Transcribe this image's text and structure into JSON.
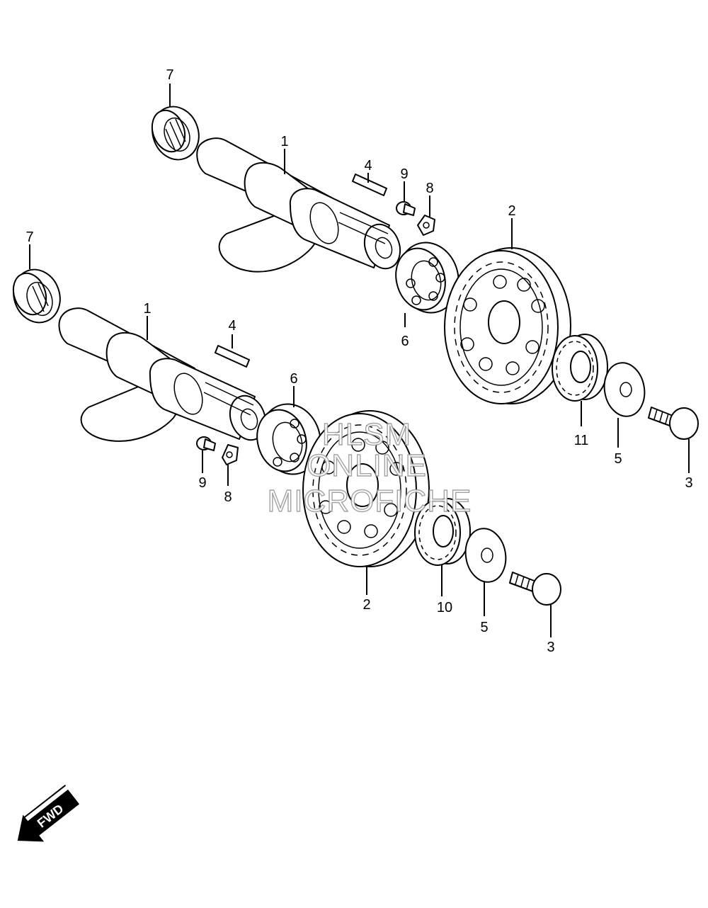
{
  "callouts": [
    {
      "id": "c7a",
      "text": "7"
    },
    {
      "id": "c1a",
      "text": "1"
    },
    {
      "id": "c4a",
      "text": "4"
    },
    {
      "id": "c9a",
      "text": "9"
    },
    {
      "id": "c8a",
      "text": "8"
    },
    {
      "id": "c2a",
      "text": "2"
    },
    {
      "id": "c6a",
      "text": "6"
    },
    {
      "id": "c11",
      "text": "11"
    },
    {
      "id": "c5a",
      "text": "5"
    },
    {
      "id": "c3a",
      "text": "3"
    },
    {
      "id": "c7b",
      "text": "7"
    },
    {
      "id": "c1b",
      "text": "1"
    },
    {
      "id": "c4b",
      "text": "4"
    },
    {
      "id": "c6b",
      "text": "6"
    },
    {
      "id": "c9b",
      "text": "9"
    },
    {
      "id": "c8b",
      "text": "8"
    },
    {
      "id": "c2b",
      "text": "2"
    },
    {
      "id": "c10",
      "text": "10"
    },
    {
      "id": "c5b",
      "text": "5"
    },
    {
      "id": "c3b",
      "text": "3"
    }
  ],
  "watermark": {
    "line1": "HLSM",
    "line2": "ONLINE",
    "line3": "MICROFICHE"
  },
  "fwd_label": "FWD"
}
